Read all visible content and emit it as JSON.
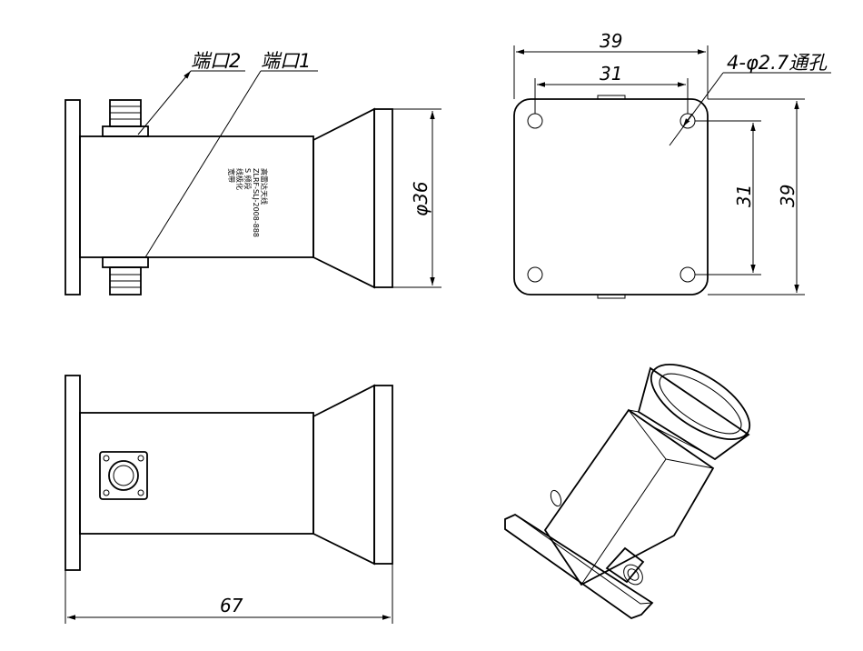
{
  "port_labels": {
    "port2": "端口2",
    "port1": "端口1"
  },
  "side_view": {
    "body_text": [
      "高雷达天线",
      "ZLRF-SLJ-2008-888",
      "S 频段",
      "线极化",
      "宽带"
    ],
    "diameter": "φ36"
  },
  "top_view": {
    "width_outer": "39",
    "width_inner": "31",
    "height_outer": "39",
    "height_inner": "31",
    "hole_note": "4-φ2.7通孔"
  },
  "front_view": {
    "length": "67"
  }
}
